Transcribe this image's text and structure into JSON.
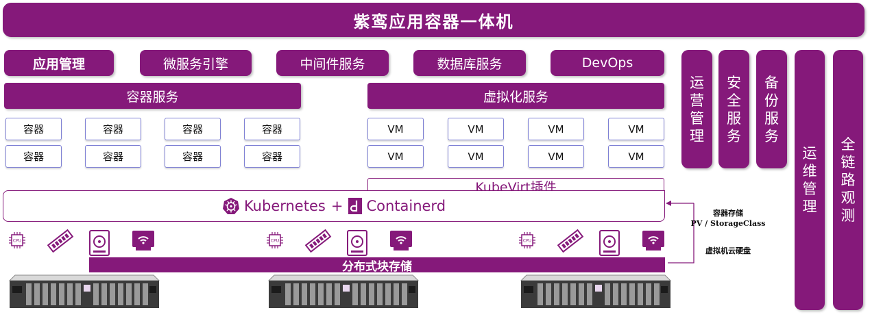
{
  "title": "紫鸾应用容器一体机",
  "services": [
    "应用管理",
    "微服务引擎",
    "中间件服务",
    "数据库服务",
    "DevOps"
  ],
  "container_service": {
    "label": "容器服务",
    "units": [
      "容器",
      "容器",
      "容器",
      "容器",
      "容器",
      "容器",
      "容器",
      "容器"
    ]
  },
  "virtual_service": {
    "label": "虚拟化服务",
    "units": [
      "VM",
      "VM",
      "VM",
      "VM",
      "VM",
      "VM",
      "VM",
      "VM"
    ]
  },
  "side_short": [
    [
      "运",
      "营",
      "管",
      "理"
    ],
    [
      "安",
      "全",
      "服",
      "务"
    ],
    [
      "备",
      "份",
      "服",
      "务"
    ]
  ],
  "side_tall": [
    [
      "运",
      "维",
      "管",
      "理"
    ],
    [
      "全",
      "链",
      "路",
      "观",
      "测"
    ]
  ],
  "kubevirt_label": "KubeVirt插件",
  "runtime": {
    "kubernetes": "Kubernetes",
    "plus": "+",
    "containerd": "Containerd"
  },
  "storage_notes": {
    "container_storage": "容器存储",
    "pv": "PV / StorageClass",
    "vm_disk": "虚拟机云硬盘"
  },
  "hardware_icons": [
    "cpu-icon",
    "memory-icon",
    "disk-icon",
    "network-card-icon"
  ],
  "cpu_text": "CPU",
  "storage_bar_label": "分布式块存储",
  "colors": {
    "brand": "#85197a",
    "unit_border": "#7d7fd4"
  }
}
